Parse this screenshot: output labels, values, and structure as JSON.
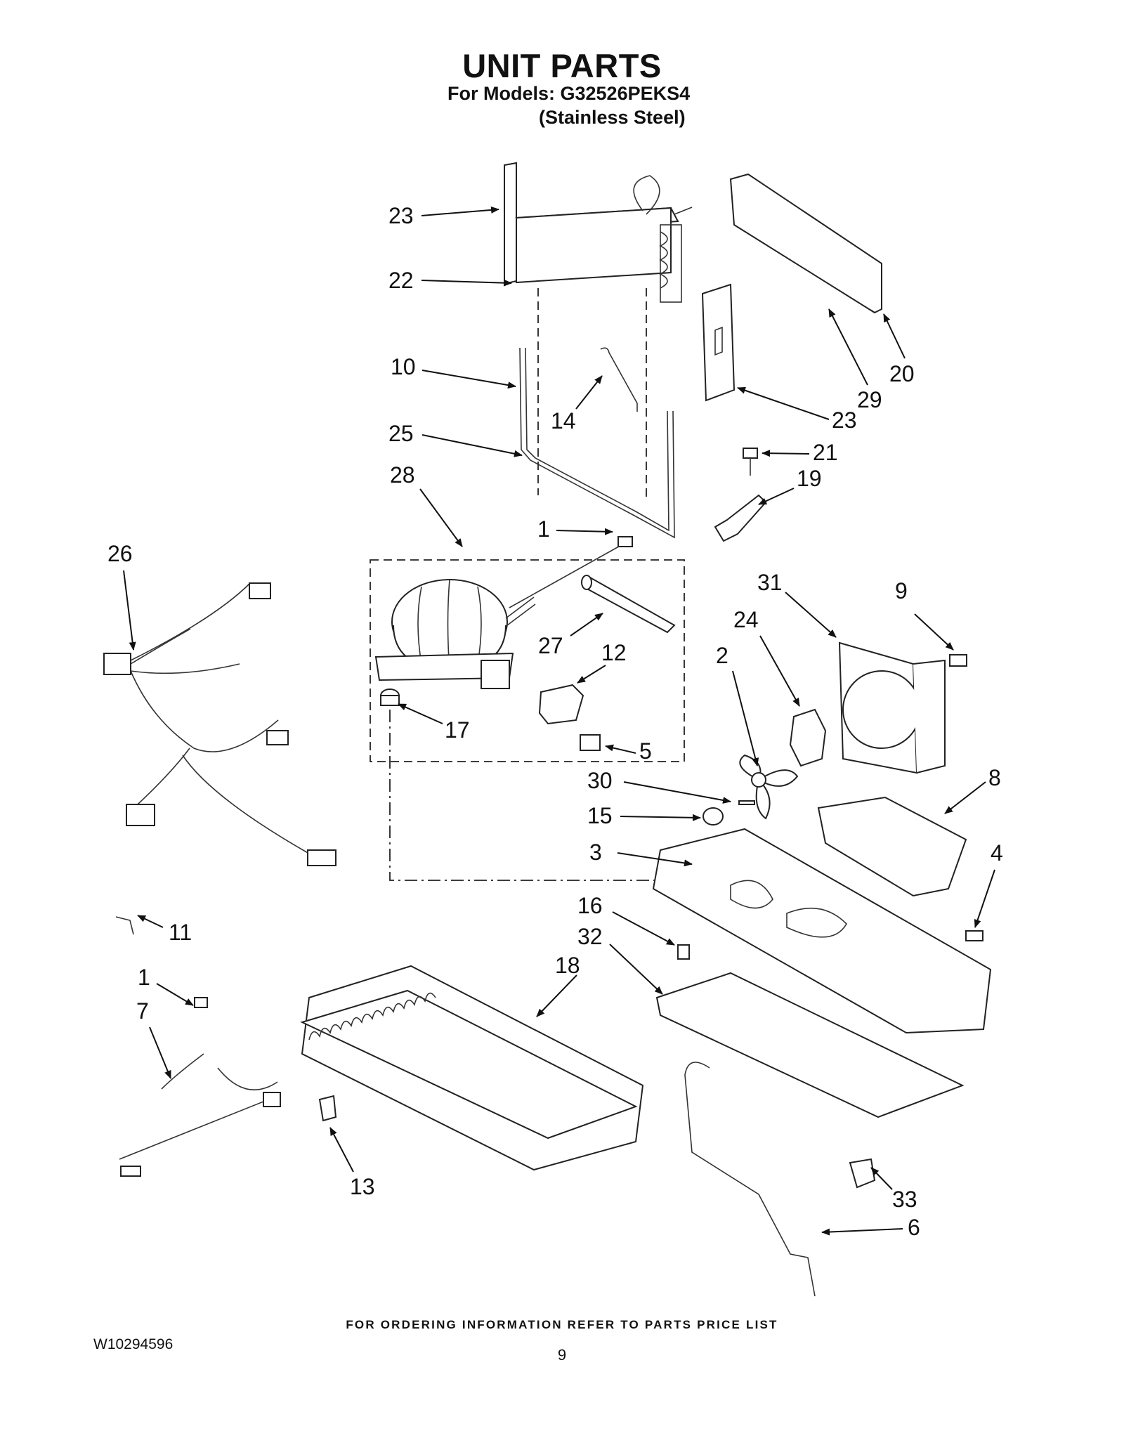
{
  "page": {
    "title": "UNIT PARTS",
    "models_line1": "For Models: G32526PEKS4",
    "models_line2": "(Stainless Steel)",
    "ordering_note": "FOR ORDERING INFORMATION REFER TO PARTS PRICE LIST",
    "doc_number": "W10294596",
    "page_number": "9"
  },
  "callouts": [
    "23",
    "22",
    "10",
    "14",
    "25",
    "28",
    "1",
    "26",
    "27",
    "12",
    "17",
    "5",
    "20",
    "29",
    "23",
    "21",
    "19",
    "31",
    "9",
    "24",
    "2",
    "30",
    "15",
    "8",
    "3",
    "4",
    "11",
    "16",
    "32",
    "18",
    "1",
    "7",
    "13",
    "33",
    "6"
  ]
}
